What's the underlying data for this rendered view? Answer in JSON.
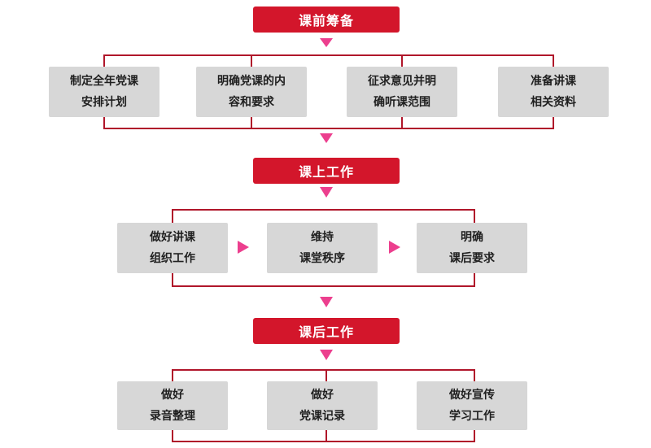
{
  "colors": {
    "phase_bg": "#d3162b",
    "phase_text": "#ffffff",
    "box_bg": "#d7d7d7",
    "connector": "#b0162a",
    "arrow": "#ec3f8e"
  },
  "phases": [
    {
      "label": "课前筹备",
      "steps": [
        {
          "lines": [
            "制定全年党课",
            "安排计划"
          ]
        },
        {
          "lines": [
            "明确党课的内",
            "容和要求"
          ]
        },
        {
          "lines": [
            "征求意见并明",
            "确听课范围"
          ]
        },
        {
          "lines": [
            "准备讲课",
            "相关资料"
          ]
        }
      ]
    },
    {
      "label": "课上工作",
      "steps": [
        {
          "lines": [
            "做好讲课",
            "组织工作"
          ]
        },
        {
          "lines": [
            "维持",
            "课堂秩序"
          ]
        },
        {
          "lines": [
            "明确",
            "课后要求"
          ]
        }
      ]
    },
    {
      "label": "课后工作",
      "steps": [
        {
          "lines": [
            "做好",
            "录音整理"
          ]
        },
        {
          "lines": [
            "做好",
            "党课记录"
          ]
        },
        {
          "lines": [
            "做好宣传",
            "学习工作"
          ]
        }
      ]
    }
  ]
}
